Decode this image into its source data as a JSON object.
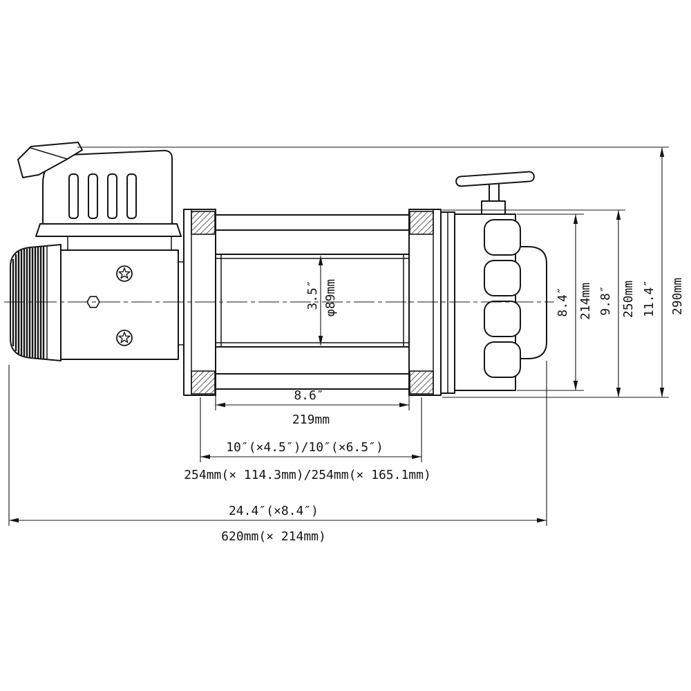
{
  "drawing": {
    "subject": "electric winch side view technical drawing",
    "line_color": "#141414",
    "background_color": "#ffffff"
  },
  "dimensions": {
    "drum_diameter": {
      "inch": "3.5″",
      "mm": "φ89mm"
    },
    "drum_length": {
      "inch": "8.6″",
      "mm": "219mm"
    },
    "mount_pattern": {
      "inch": "10″(×4.5″)/10″(×6.5″)",
      "mm": "254mm(× 114.3mm)/254mm(× 165.1mm)"
    },
    "overall": {
      "inch": "24.4″(×8.4″)",
      "mm": "620mm(× 214mm)"
    },
    "gear_housing_height": {
      "inch": "8.4″",
      "mm": "214mm"
    },
    "drum_assembly_height": {
      "inch": "9.8″",
      "mm": "250mm"
    },
    "overall_height": {
      "inch": "11.4″",
      "mm": "290mm"
    }
  }
}
